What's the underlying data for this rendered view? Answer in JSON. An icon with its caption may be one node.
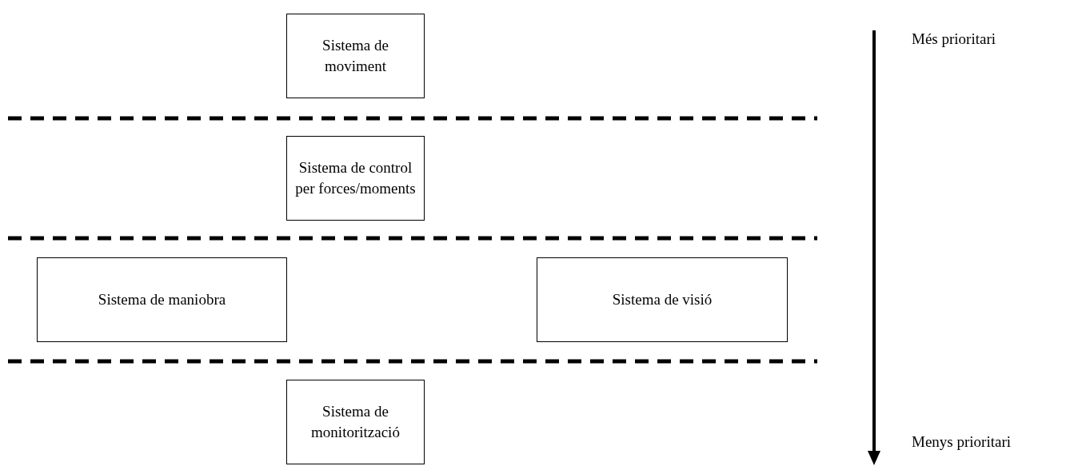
{
  "diagram": {
    "nodes": [
      {
        "text": [
          "Sistema de moviment"
        ]
      },
      {
        "text": [
          "Sistema de control per forces/moments"
        ]
      },
      {
        "text": [
          "Sistema de maniobra"
        ]
      },
      {
        "text": [
          "Sistema de visió"
        ]
      },
      {
        "text": [
          "Sistema de monitorització"
        ]
      }
    ],
    "edges": [],
    "labels": [
      "Més prioritari",
      "Menys prioritari"
    ]
  }
}
